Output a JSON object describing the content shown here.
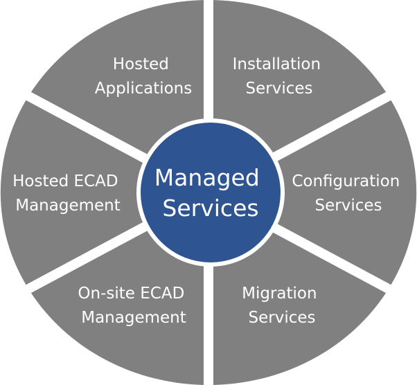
{
  "diagram": {
    "center": {
      "line1": "Managed",
      "line2": "Services",
      "fill_color": "#2E5591",
      "stroke_color": "#ffffff"
    },
    "segment_color": "#808080",
    "separator_color": "#ffffff",
    "segments": [
      {
        "line1": "Hosted",
        "line2": "Applications"
      },
      {
        "line1": "Installation",
        "line2": "Services"
      },
      {
        "line1": "Configuration",
        "line2": "Services"
      },
      {
        "line1": "Migration",
        "line2": "Services"
      },
      {
        "line1": "On-site ECAD",
        "line2": "Management"
      },
      {
        "line1": "Hosted ECAD",
        "line2": "Management"
      }
    ]
  }
}
